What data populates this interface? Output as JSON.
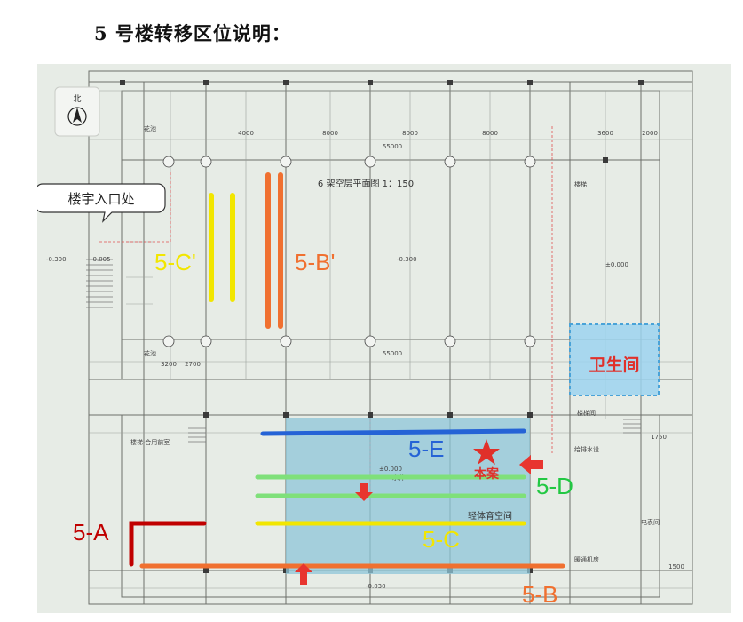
{
  "title": "5 号楼转移区位说明：",
  "north_label": "北",
  "entrance_label": "楼宇入口处",
  "floor_plan_title": "6 架空层平面图 1：150",
  "restroom_label": "卫生间",
  "star_label": "本案",
  "gym_label": "轻体育空间",
  "level_labels": [
    "-0.300",
    "±0.000",
    "-0.030",
    "-0.005"
  ],
  "dimensions": [
    "55000",
    "4000",
    "8000",
    "3600",
    "2000",
    "2700",
    "3200",
    "1500",
    "1750"
  ],
  "room_labels": [
    "花池",
    "楼梯",
    "楼梯间",
    "水井",
    "电表间",
    "暖通机房",
    "给排水设",
    "楼梯·合用前室"
  ],
  "zones": [
    {
      "id": "5-A",
      "label": "5-A",
      "color": "#c00000"
    },
    {
      "id": "5-B",
      "label": "5-B",
      "color": "#f07030"
    },
    {
      "id": "5-B-prime",
      "label": "5-B'",
      "color": "#f07030"
    },
    {
      "id": "5-C",
      "label": "5-C",
      "color": "#f2e600"
    },
    {
      "id": "5-C-prime",
      "label": "5-C'",
      "color": "#f2e600"
    },
    {
      "id": "5-D",
      "label": "5-D",
      "color": "#22c843"
    },
    {
      "id": "5-E",
      "label": "5-E",
      "color": "#2563d6"
    }
  ],
  "colors": {
    "restroom_fill": "#9cd3ee",
    "gym_fill": "#8ec6d8",
    "arrow": "#e8352f",
    "star": "#e0302a"
  }
}
